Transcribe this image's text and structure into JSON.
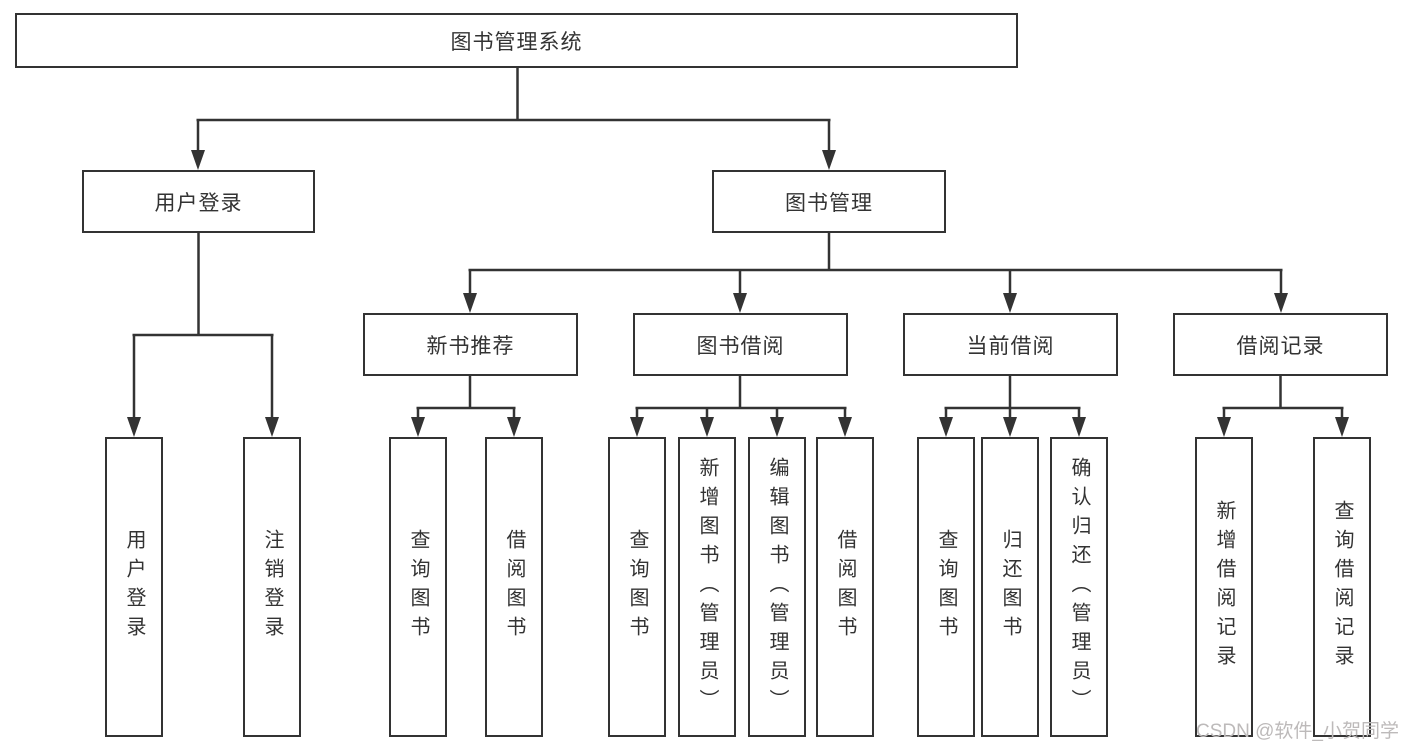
{
  "tree": {
    "root": "图书管理系统",
    "user_login": {
      "label": "用户登录",
      "children": [
        "用户登录",
        "注销登录"
      ]
    },
    "book_mgmt": {
      "label": "图书管理",
      "sections": [
        {
          "label": "新书推荐",
          "children": [
            "查询图书",
            "借阅图书"
          ]
        },
        {
          "label": "图书借阅",
          "children": [
            "查询图书",
            "新增图书（管理员）",
            "编辑图书（管理员）",
            "借阅图书"
          ]
        },
        {
          "label": "当前借阅",
          "children": [
            "查询图书",
            "归还图书",
            "确认归还（管理员）"
          ]
        },
        {
          "label": "借阅记录",
          "children": [
            "新增借阅记录",
            "查询借阅记录"
          ]
        }
      ]
    }
  },
  "watermark": {
    "text": "CSDN @软件_小贺同学"
  },
  "colors": {
    "line": "#333333",
    "text": "#333333",
    "watermark": "#bdbaba",
    "background": "#ffffff"
  }
}
